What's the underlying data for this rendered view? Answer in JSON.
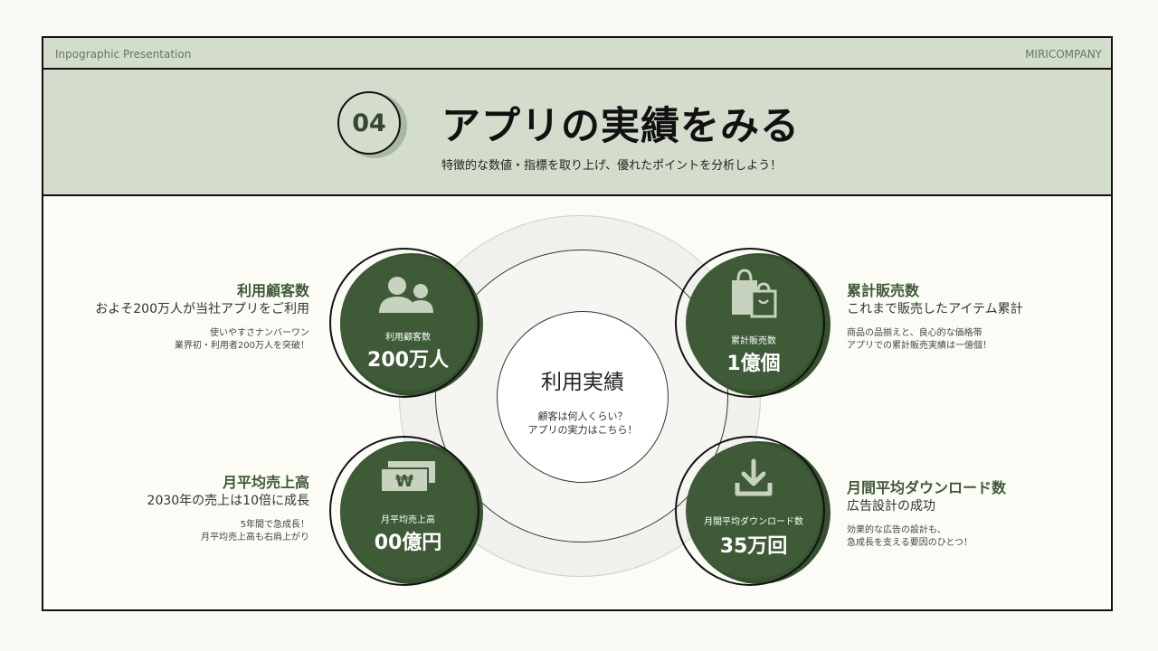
{
  "topbar": {
    "left": "Inpographic Presentation",
    "right": "MIRICOMPANY"
  },
  "header": {
    "number": "04",
    "title": "アプリの実績をみる",
    "subtitle": "特徴的な数値・指標を取り上げ、優れたポイントを分析しよう！"
  },
  "center": {
    "title": "利用実績",
    "sub1": "顧客は何人くらい？",
    "sub2": "アプリの実力はこちら！"
  },
  "stats": [
    {
      "icon": "users-icon",
      "label": "利用顧客数",
      "value": "200万人",
      "heading": "利用顧客数",
      "subheading": "およそ200万人が当社アプリをご利用",
      "note1": "使いやすさナンバーワン",
      "note2": "業界初・利用者200万人を突破！"
    },
    {
      "icon": "shopping-bag-icon",
      "label": "累計販売数",
      "value": "1億個",
      "heading": "累計販売数",
      "subheading": "これまで販売したアイテム累計",
      "note1": "商品の品揃えと、良心的な価格帯",
      "note2": "アプリでの累計販売実績は一億個！"
    },
    {
      "icon": "money-bills-icon",
      "icon_glyph": "₩",
      "label": "月平均売上高",
      "value": "00億円",
      "heading": "月平均売上高",
      "subheading": "2030年の売上は10倍に成長",
      "note1": "5年間で急成長！",
      "note2": "月平均売上高も右肩上がり"
    },
    {
      "icon": "download-icon",
      "label": "月間平均ダウンロード数",
      "value": "35万回",
      "heading": "月間平均ダウンロード数",
      "subheading": "広告設計の成功",
      "note1": "効果的な広告の設計も、",
      "note2": "急成長を支える要因のひとつ！"
    }
  ],
  "colors": {
    "accent": "#3e5a36",
    "header_bg": "#d4ddcc",
    "icon_light": "#c8d3bf"
  }
}
